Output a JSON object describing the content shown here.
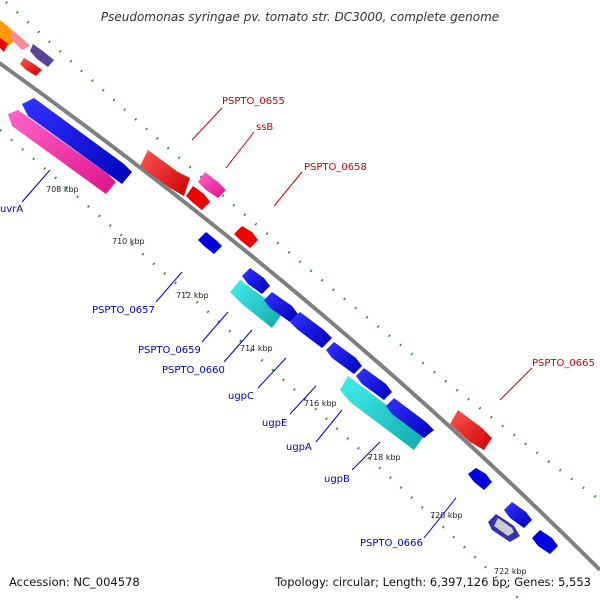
{
  "title": "Pseudomonas syringae pv. tomato str. DC3000, complete genome",
  "footer": {
    "accession": "Accession: NC_004578",
    "topology": "Topology: circular; Length: 6,397,126 bp; Genes: 5,553"
  },
  "scale_labels": [
    "708 kbp",
    "710 kbp",
    "712 kbp",
    "714 kbp",
    "716 kbp",
    "718 kbp",
    "720 kbp",
    "722 kbp"
  ],
  "forward_gene_labels": [
    "PSPTO_0655",
    "ssB",
    "PSPTO_0658",
    "PSPTO_0665"
  ],
  "reverse_gene_labels": [
    "uvrA",
    "PSPTO_0657",
    "PSPTO_0659",
    "PSPTO_0660",
    "ugpC",
    "ugpE",
    "ugpA",
    "ugpB",
    "PSPTO_0666"
  ],
  "colors": {
    "forward_label": "#cc0000",
    "reverse_label": "#0000cc",
    "backbone": "#7f7f7f",
    "tick": "#2e8b2e",
    "red_gene": "#ee0000",
    "blue_gene": "#0000dd",
    "pink_gene": "#ff33aa",
    "cyan_gene": "#22cccc",
    "purple_gene": "#554499",
    "orange_gene": "#ff9900"
  }
}
